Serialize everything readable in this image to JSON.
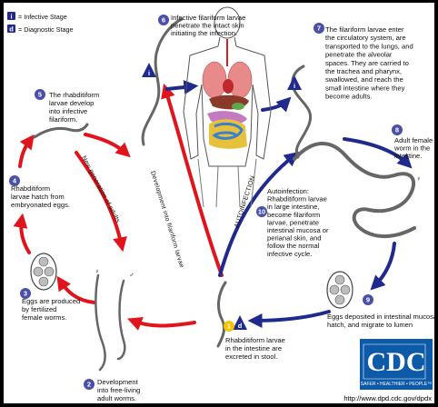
{
  "legend": {
    "infective_symbol": "i",
    "infective_label": "= Infective Stage",
    "diagnostic_symbol": "d",
    "diagnostic_label": "= Diagnostic Stage"
  },
  "steps": [
    {
      "number": "1",
      "lines": [
        "Rhabditiform larvae",
        "in the intestine are",
        "excreted in stool."
      ]
    },
    {
      "number": "2",
      "lines": [
        "Development",
        "into free-living",
        "adult worms."
      ]
    },
    {
      "number": "3",
      "lines": [
        "Eggs are produced",
        "by fertilized",
        "female worms."
      ]
    },
    {
      "number": "4",
      "lines": [
        "Rhabditiform",
        "larvae hatch from",
        "embryonated eggs."
      ]
    },
    {
      "number": "5",
      "lines": [
        "The rhabditiform",
        "larvae develop",
        "into infective",
        "filariform."
      ]
    },
    {
      "number": "6",
      "lines": [
        "Infective filariform larvae",
        "penetrate the intact skin",
        "initiating the infection."
      ]
    },
    {
      "number": "7",
      "lines": [
        "The filariform larvae enter",
        "the circulatory system, are",
        "transported to the lungs, and",
        "penetrate the alveolar",
        "spaces. They are carried to",
        "the trachea and pharynx,",
        "swallowed, and reach the",
        "small intestine where they",
        "become adults."
      ]
    },
    {
      "number": "8",
      "lines": [
        "Adult female",
        "worm in the",
        "intestine."
      ]
    },
    {
      "number": "9",
      "lines": [
        "Eggs deposited in intestinal mucosa,",
        "hatch, and migrate to lumen"
      ]
    },
    {
      "number": "10",
      "lines": [
        "Autoinfection:",
        "Rhabditiform larvae",
        "in large intestine,",
        "become filariform",
        "larvae, penetrate",
        "intestinal mucosa or",
        "perianal skin, and",
        "follow the normal",
        "infective cycle."
      ]
    }
  ],
  "arrow_labels": {
    "development": "Development into filariform larvae",
    "new_generation": "New generation of adults",
    "autoinfection": "AUTOINFECTION"
  },
  "stage_marks": {
    "step1_diagnostic": "d",
    "step6_infective": "i",
    "step7_infective": "i",
    "female_symbol": "♀",
    "male_symbol": "♂",
    "adult_female_symbol": "♀"
  },
  "branding": {
    "logo_text": "CDC",
    "tagline": "SAFER • HEALTHIER • PEOPLE™",
    "url": "http://www.dpd.cdc.gov/dpdx"
  },
  "colors": {
    "free_living_cycle": "#e0141c",
    "parasitic_cycle": "#1f2a8c",
    "step_badge": "#4a4fa8",
    "step1_badge": "#f5c400",
    "cdc_blue": "#0d5aa8"
  }
}
